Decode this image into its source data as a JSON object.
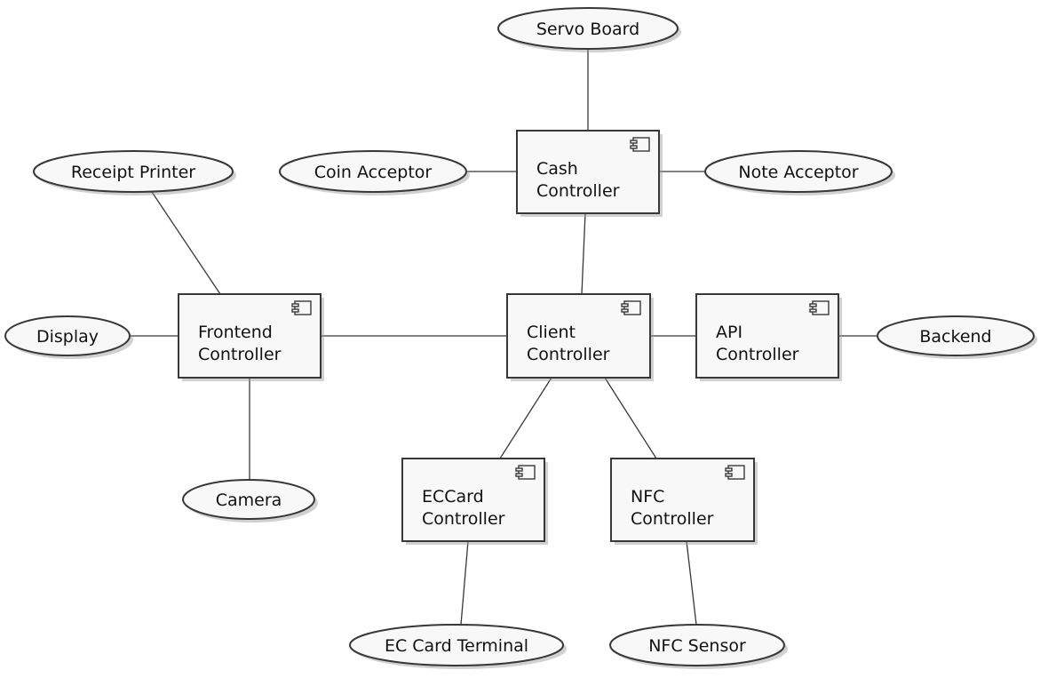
{
  "components": [
    {
      "id": "cash",
      "lines": [
        "Cash",
        "Controller"
      ]
    },
    {
      "id": "frontend",
      "lines": [
        "Frontend",
        "Controller"
      ]
    },
    {
      "id": "client",
      "lines": [
        "Client",
        "Controller"
      ]
    },
    {
      "id": "api",
      "lines": [
        "API",
        "Controller"
      ]
    },
    {
      "id": "eccard",
      "lines": [
        "ECCard",
        "Controller"
      ]
    },
    {
      "id": "nfc",
      "lines": [
        "NFC",
        "Controller"
      ]
    }
  ],
  "interfaces": [
    {
      "id": "servo",
      "label": "Servo Board"
    },
    {
      "id": "coin",
      "label": "Coin Acceptor"
    },
    {
      "id": "note",
      "label": "Note Acceptor"
    },
    {
      "id": "printer",
      "label": "Receipt Printer"
    },
    {
      "id": "display",
      "label": "Display"
    },
    {
      "id": "backend",
      "label": "Backend"
    },
    {
      "id": "camera",
      "label": "Camera"
    },
    {
      "id": "ecterm",
      "label": "EC Card Terminal"
    },
    {
      "id": "nfcsensor",
      "label": "NFC Sensor"
    }
  ],
  "connections": [
    [
      "servo",
      "cash"
    ],
    [
      "coin",
      "cash"
    ],
    [
      "cash",
      "note"
    ],
    [
      "cash",
      "client"
    ],
    [
      "printer",
      "frontend"
    ],
    [
      "display",
      "frontend"
    ],
    [
      "frontend",
      "client"
    ],
    [
      "frontend",
      "camera"
    ],
    [
      "client",
      "api"
    ],
    [
      "api",
      "backend"
    ],
    [
      "client",
      "eccard"
    ],
    [
      "client",
      "nfc"
    ],
    [
      "eccard",
      "ecterm"
    ],
    [
      "nfc",
      "nfcsensor"
    ]
  ]
}
